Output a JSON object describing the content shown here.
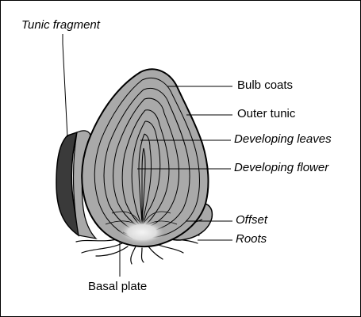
{
  "labels": {
    "tunic_fragment": "Tunic fragment",
    "bulb_coats": "Bulb coats",
    "outer_tunic": "Outer tunic",
    "developing_leaves": "Developing leaves",
    "developing_flower": "Developing flower",
    "offset": "Offset",
    "roots": "Roots",
    "basal_plate": "Basal plate"
  },
  "colors": {
    "bulb_fill": "#a9a9a9",
    "tunic_dark": "#3a3a3a",
    "outline": "#000000",
    "basal_plate_light": "#e6e6e6"
  }
}
